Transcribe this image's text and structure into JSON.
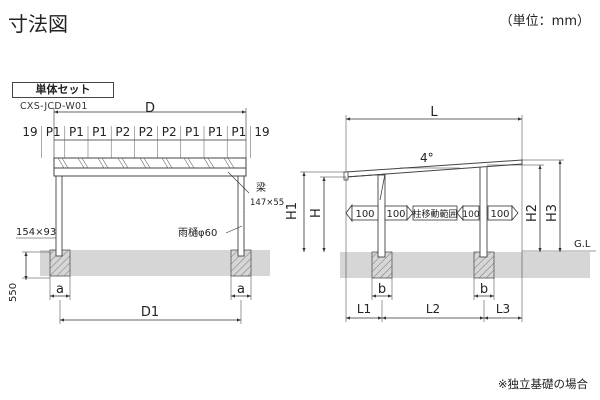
{
  "header": {
    "title": "寸法図",
    "unit_note": "（単位：mm）"
  },
  "front_view": {
    "set_label": "単体セット",
    "model_code": "CXS-JCD-W01",
    "d_label": "D",
    "pitch_labels": [
      "19",
      "P1",
      "P1",
      "P1",
      "P2",
      "P2",
      "P2",
      "P1",
      "P1",
      "P1",
      "19"
    ],
    "beam_label": "梁",
    "beam_size": "147×55",
    "gutter_label": "雨樋φ60",
    "post_size": "154×93",
    "foundation_depth": "550",
    "a_left": "a",
    "a_right": "a",
    "d1_label": "D1"
  },
  "side_view": {
    "l_label": "L",
    "slope_label": "4°",
    "h1_label": "H1",
    "h_label": "H",
    "h2_label": "H2",
    "h3_label": "H3",
    "gl_label": "G.L",
    "range_left_outer": "100",
    "range_left_inner": "100",
    "range_center": "柱移動範囲",
    "range_right_inner": "100",
    "range_right_outer": "100",
    "b_left": "b",
    "b_right": "b",
    "l1_label": "L1",
    "l2_label": "L2",
    "l3_label": "L3"
  },
  "footer": {
    "note": "※独立基礎の場合"
  },
  "colors": {
    "line": "#333333",
    "ground": "#d4d4d4",
    "foundation": "#e6e6e6"
  }
}
